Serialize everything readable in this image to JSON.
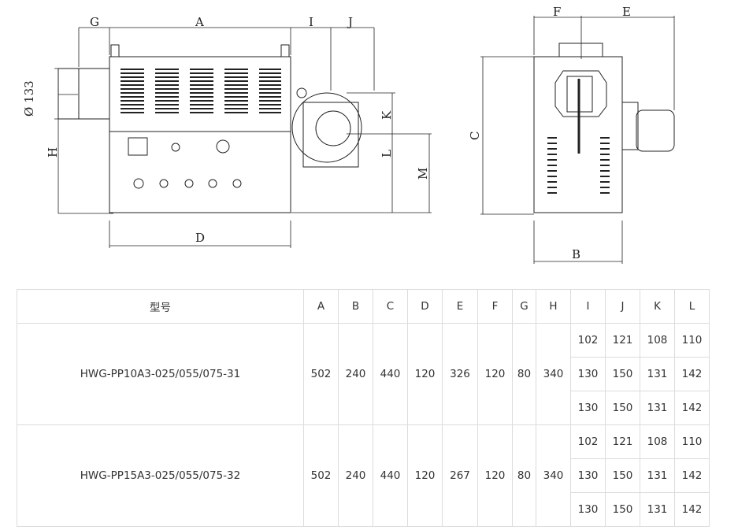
{
  "drawing": {
    "labels": {
      "G": "G",
      "A": "A",
      "I": "I",
      "J": "J",
      "F": "F",
      "E": "E",
      "C": "C",
      "H": "H",
      "K": "K",
      "L": "L",
      "M": "M",
      "D": "D",
      "B": "B",
      "dia": "Ø 133"
    }
  },
  "table": {
    "headers": [
      "型号",
      "A",
      "B",
      "C",
      "D",
      "E",
      "F",
      "G",
      "H",
      "I",
      "J",
      "K",
      "L"
    ],
    "rows": [
      {
        "model": "HWG-PP10A3-025/055/075-31",
        "main": [
          "502",
          "240",
          "440",
          "120",
          "326",
          "120",
          "80",
          "340"
        ],
        "sub": [
          [
            "102",
            "121",
            "108",
            "110"
          ],
          [
            "130",
            "150",
            "131",
            "142"
          ],
          [
            "130",
            "150",
            "131",
            "142"
          ]
        ]
      },
      {
        "model": "HWG-PP15A3-025/055/075-32",
        "main": [
          "502",
          "240",
          "440",
          "120",
          "267",
          "120",
          "80",
          "340"
        ],
        "sub": [
          [
            "102",
            "121",
            "108",
            "110"
          ],
          [
            "130",
            "150",
            "131",
            "142"
          ],
          [
            "130",
            "150",
            "131",
            "142"
          ]
        ]
      }
    ]
  }
}
